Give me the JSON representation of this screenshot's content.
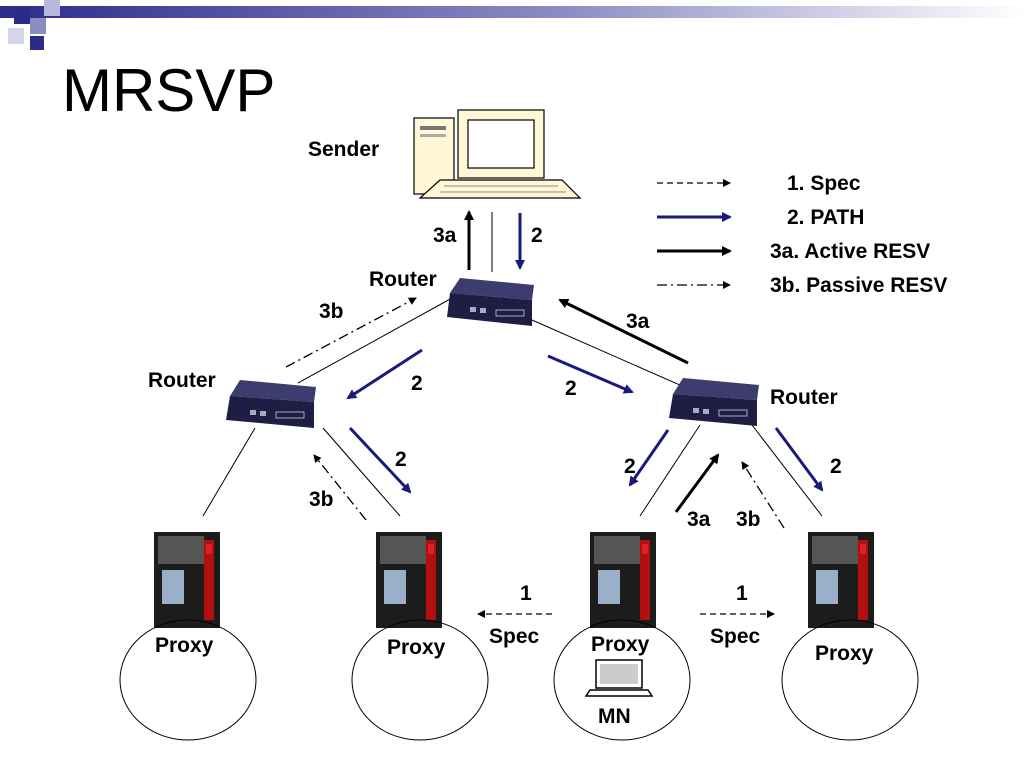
{
  "slide": {
    "title": "MRSVP",
    "sender_label": "Sender",
    "router_labels": {
      "top": "Router",
      "left": "Router",
      "right": "Router"
    },
    "proxy_labels": [
      "Proxy",
      "Proxy",
      "Proxy",
      "Proxy"
    ],
    "mn_label": "MN",
    "arrow_labels": {
      "sender_up": "3a",
      "sender_down": "2",
      "left_up": "3b",
      "right_up": "3a",
      "left_down": "2",
      "right_down": "2",
      "left_proxy_down": "2",
      "left_proxy_up": "3b",
      "mid_proxy_down": "2",
      "mid_proxy_up_active": "3a",
      "mid_proxy_up_passive": "3b",
      "right_proxy_down": "2",
      "spec_left_num": "1",
      "spec_left_text": "Spec",
      "spec_right_num": "1",
      "spec_right_text": "Spec"
    },
    "legend": [
      {
        "label": "1. Spec",
        "style": "dashed",
        "color": "#000000"
      },
      {
        "label": "2. PATH",
        "style": "solid",
        "color": "#1a1a7a"
      },
      {
        "label": "3a. Active RESV",
        "style": "solid-bold",
        "color": "#000000"
      },
      {
        "label": "3b. Passive RESV",
        "style": "dash-dot",
        "color": "#000000"
      }
    ],
    "colors": {
      "navy": "#1a1a7a",
      "black": "#000000",
      "title_bar": "#2b2b8c"
    }
  }
}
